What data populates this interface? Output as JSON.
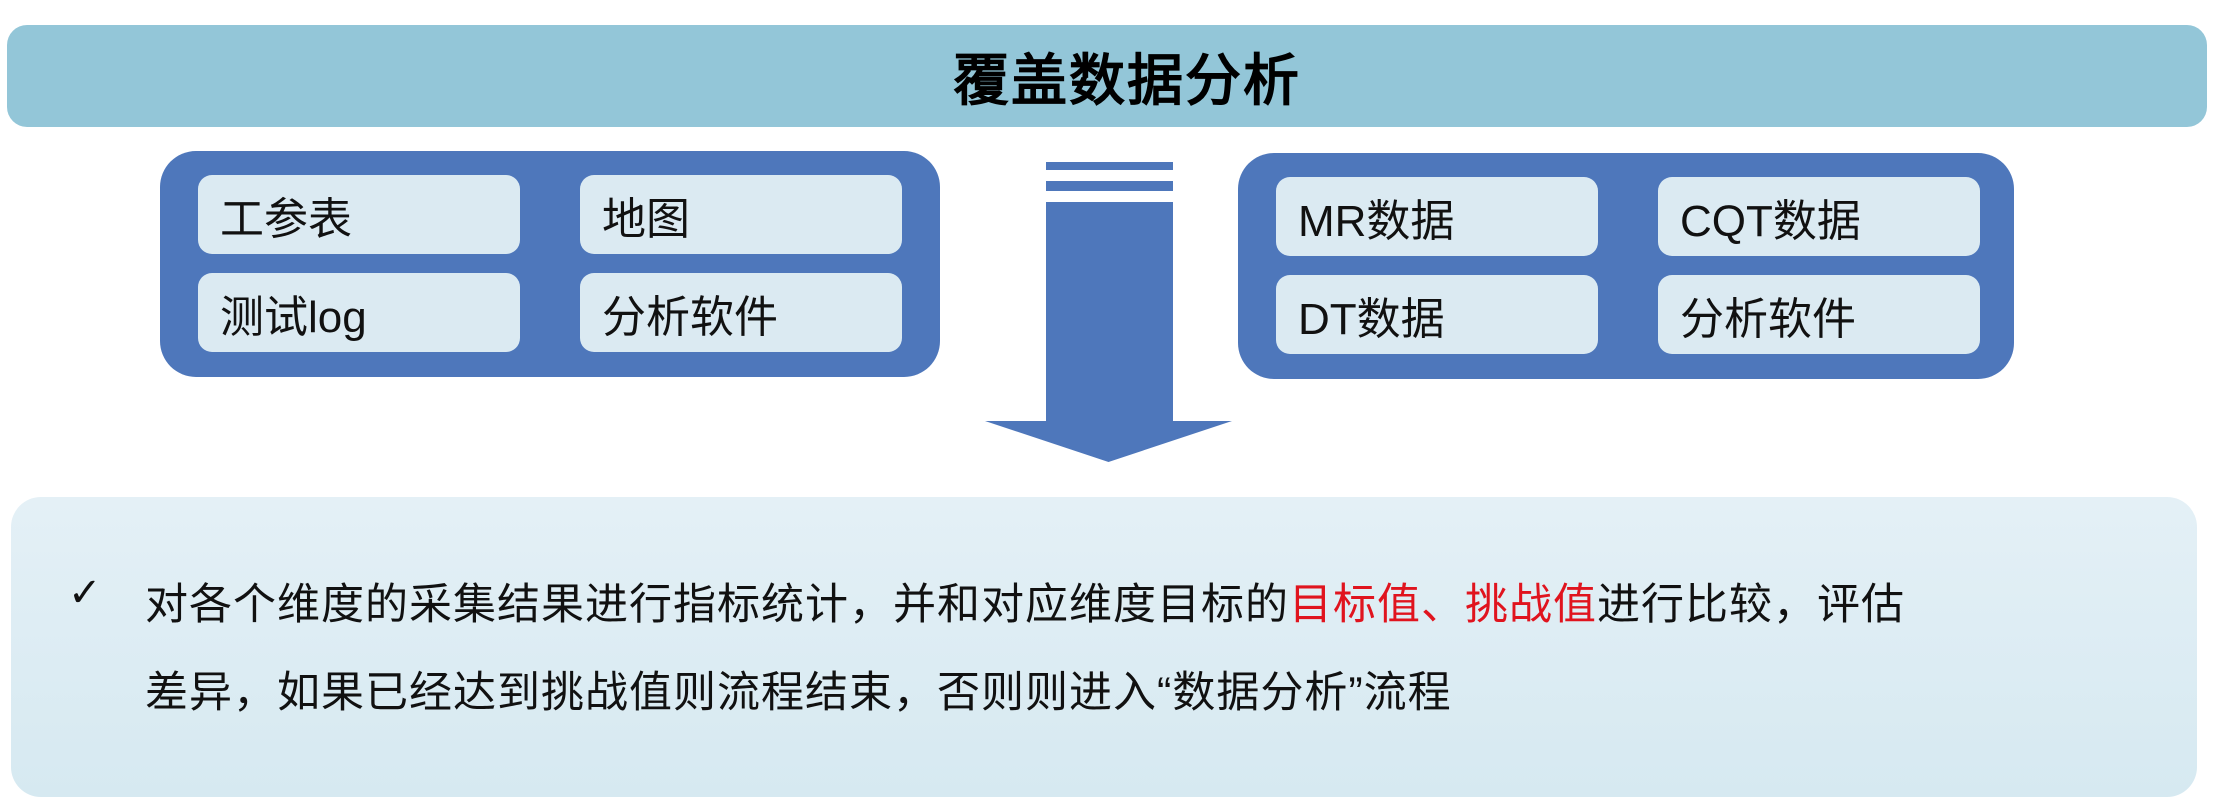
{
  "header": {
    "title": "覆盖数据分析"
  },
  "left_group": {
    "items": [
      "工参表",
      "地图",
      "测试log",
      "分析软件"
    ]
  },
  "right_group": {
    "items": [
      "MR数据",
      "CQT数据",
      "DT数据",
      "分析软件"
    ]
  },
  "arrow": {
    "icon": "down-arrow-icon"
  },
  "summary": {
    "bullet_icon": "check-icon",
    "check": "✓",
    "line1_prefix": "对各个维度的采集结果进行指标统计，并和对应维度目标的",
    "line1_highlight": "目标值、挑战值",
    "line1_suffix": "进行比较，评估",
    "line2": "差异，如果已经达到挑战值则流程结束，否则则进入“数据分析”流程",
    "highlight_color": "#e0141e"
  },
  "colors": {
    "header": "#93c6d8",
    "group": "#4e77bb",
    "cell": "#dbeaf2",
    "panel": "#dbecf3"
  }
}
